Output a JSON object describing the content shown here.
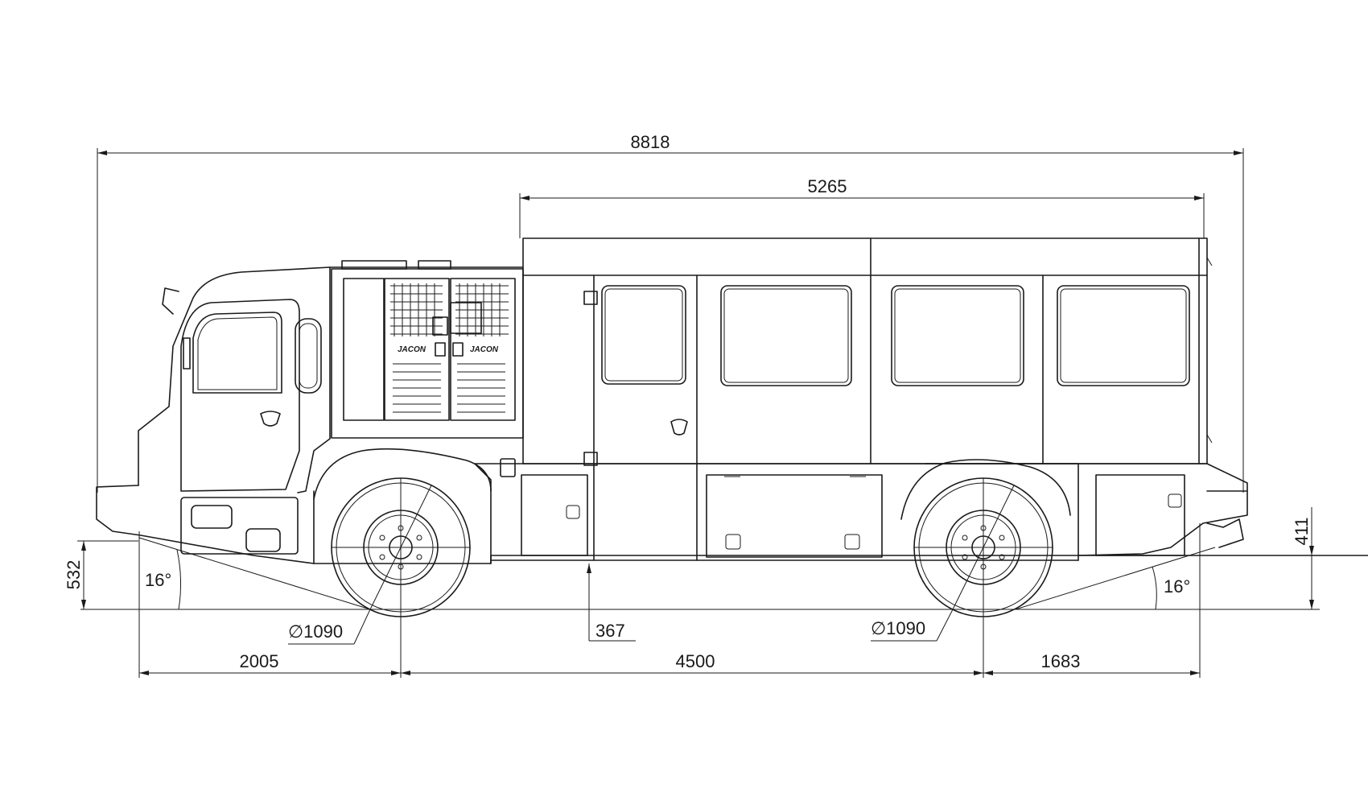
{
  "drawing": {
    "brand_labels": [
      "JACON",
      "JACON"
    ],
    "dimensions": {
      "overall_length": "8818",
      "body_length": "5265",
      "front_overhang": "2005",
      "wheelbase": "4500",
      "rear_overhang": "1683",
      "front_clearance_height": "532",
      "rear_clearance_height": "411",
      "ground_clearance": "367",
      "front_wheel_diameter": "∅1090",
      "rear_wheel_diameter": "∅1090",
      "approach_angle": "16°",
      "departure_angle": "16°"
    }
  }
}
